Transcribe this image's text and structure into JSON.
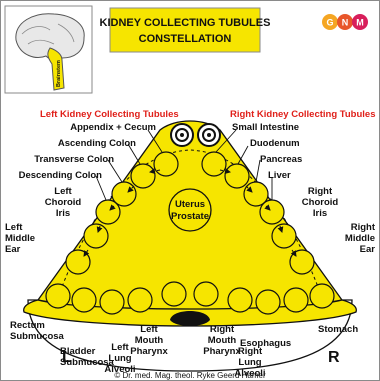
{
  "title": {
    "line1": "KIDNEY COLLECTING TUBULES",
    "line2": "CONSTELLATION"
  },
  "logo": {
    "letters": [
      "G",
      "N",
      "M"
    ],
    "colors": [
      "#f5a623",
      "#e8562a",
      "#d81e5b"
    ]
  },
  "thumbnail": {
    "label": "Brainstem"
  },
  "headers": {
    "left": "Left Kidney Collecting Tubules",
    "right": "Right Kidney Collecting Tubules"
  },
  "labels": {
    "appendix": "Appendix + Cecum",
    "ascending_colon": "Ascending Colon",
    "transverse_colon": "Transverse Colon",
    "descending_colon": "Descending Colon",
    "left_choroid": [
      "Left",
      "Choroid",
      "Iris"
    ],
    "left_middle_ear": [
      "Left",
      "Middle",
      "Ear"
    ],
    "rectum": [
      "Rectum",
      "Submucosa"
    ],
    "bladder": [
      "Bladder",
      "Submucosa"
    ],
    "left_mouth": [
      "Left",
      "Mouth",
      "Pharynx"
    ],
    "left_lung": [
      "Left",
      "Lung",
      "Alveoli"
    ],
    "small_intestine": "Small Intestine",
    "duodenum": "Duodenum",
    "pancreas": "Pancreas",
    "liver": "Liver",
    "right_choroid": [
      "Right",
      "Choroid",
      "Iris"
    ],
    "right_middle_ear": [
      "Right",
      "Middle",
      "Ear"
    ],
    "stomach": "Stomach",
    "esophagus": "Esophagus",
    "right_mouth": [
      "Right",
      "Mouth",
      "Pharynx"
    ],
    "right_lung": [
      "Right",
      "Lung",
      "Alveoli"
    ],
    "center": [
      "Uterus",
      "Prostate"
    ]
  },
  "side_left": "L",
  "side_right": "R",
  "copyright": "© Dr. med. Mag. theol. Ryke Geerd Hamer",
  "colors": {
    "yellow": "#f6e500",
    "red": "#e0201a",
    "border": "#8a8a8a"
  }
}
